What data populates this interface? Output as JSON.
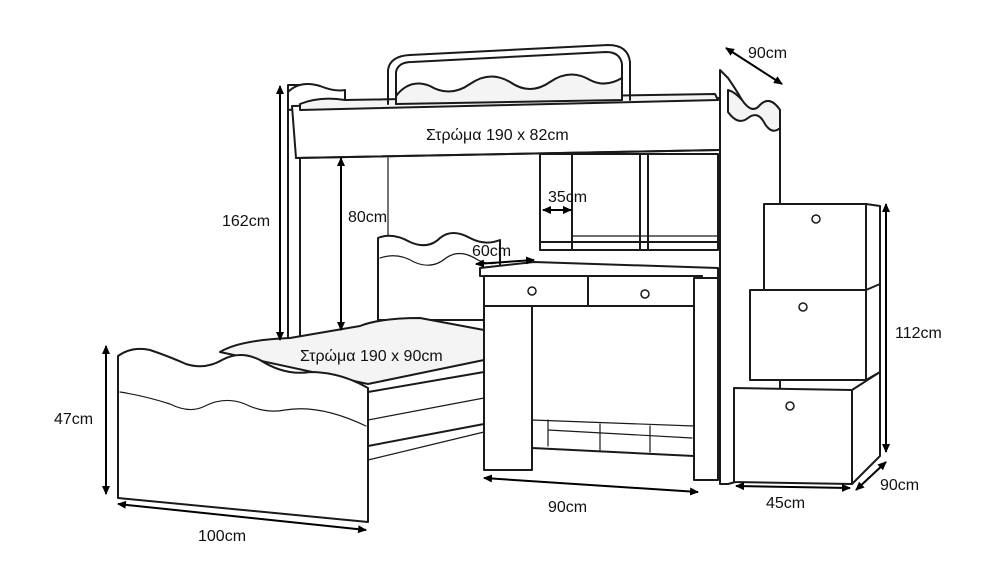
{
  "labels": {
    "mattress_top": "Στρώμα 190 x 82cm",
    "mattress_bottom": "Στρώμα 190 x 90cm",
    "height_total": "162cm",
    "height_under_bunk": "80cm",
    "shelf_depth": "35cm",
    "desk_depth": "60cm",
    "bed_height": "47cm",
    "bed_width": "100cm",
    "desk_width": "90cm",
    "stairs_height": "112cm",
    "stairs_step_width": "45cm",
    "stairs_depth": "90cm",
    "top_depth": "90cm"
  },
  "colors": {
    "line": "#1a1a1a",
    "dimension": "#000000",
    "background": "#ffffff"
  }
}
